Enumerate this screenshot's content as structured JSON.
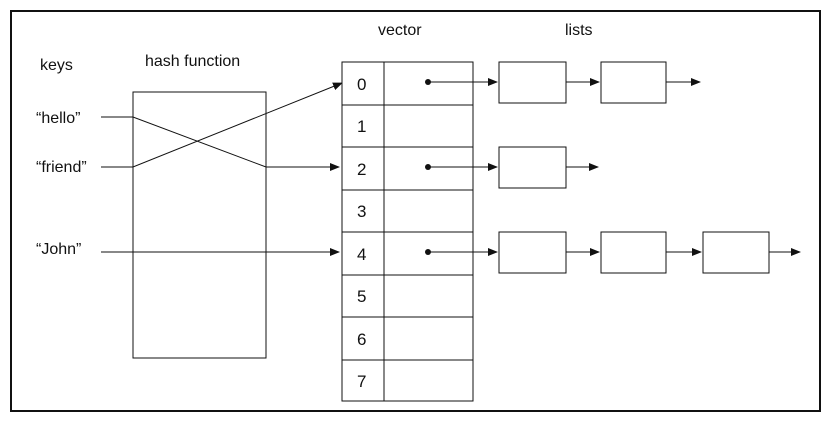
{
  "labels": {
    "keys": "keys",
    "hash_function": "hash function",
    "vector": "vector",
    "lists": "lists"
  },
  "keys": [
    {
      "text": "“hello”",
      "maps_to": 2
    },
    {
      "text": "“friend”",
      "maps_to": 0
    },
    {
      "text": "“John”",
      "maps_to": 4
    }
  ],
  "vector": {
    "indices": [
      "0",
      "1",
      "2",
      "3",
      "4",
      "5",
      "6",
      "7"
    ]
  },
  "lists": [
    {
      "slot": 0,
      "nodes": 2
    },
    {
      "slot": 2,
      "nodes": 1
    },
    {
      "slot": 4,
      "nodes": 3
    }
  ],
  "colors": {
    "line": "#111111",
    "background": "#ffffff"
  }
}
